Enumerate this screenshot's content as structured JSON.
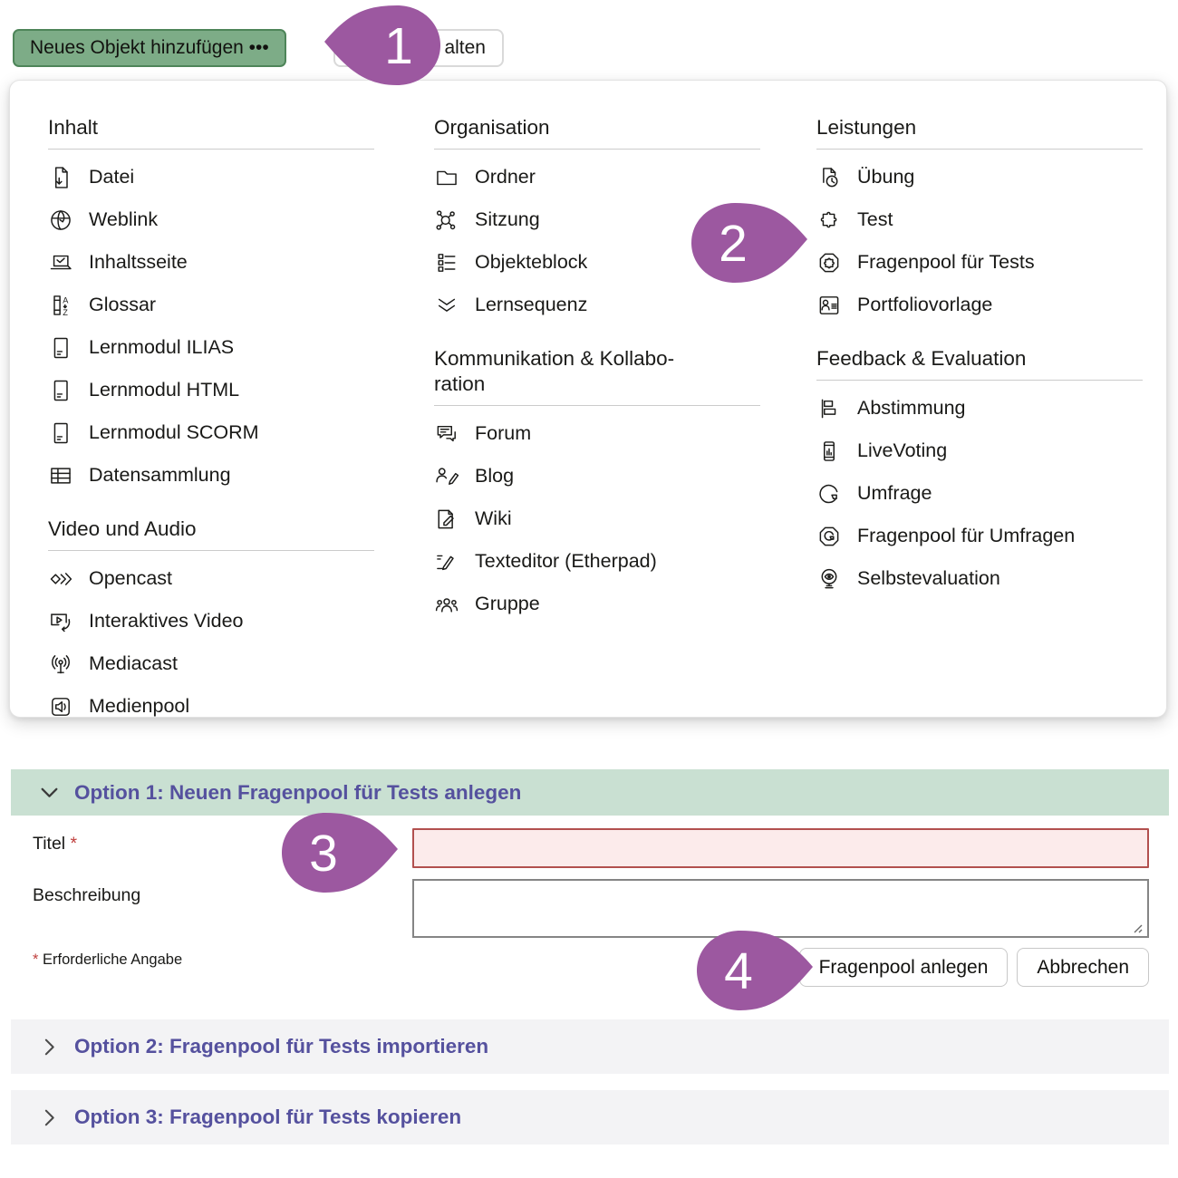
{
  "toolbar": {
    "add_object_label": "Neues Objekt hinzufügen •••",
    "partial_button_label": "alten"
  },
  "markers": [
    {
      "number": "1",
      "points_to": "add-object-button"
    },
    {
      "number": "2",
      "points_to": "menu-item-fragenpool-fur-tests"
    },
    {
      "number": "3",
      "points_to": "title-input"
    },
    {
      "number": "4",
      "points_to": "create-pool-button"
    }
  ],
  "menu": {
    "columns": [
      {
        "sections": [
          {
            "title": "Inhalt",
            "items": [
              {
                "icon": "file-download-icon",
                "label": "Datei"
              },
              {
                "icon": "globe-icon",
                "label": "Weblink"
              },
              {
                "icon": "content-page-icon",
                "label": "Inhaltsseite"
              },
              {
                "icon": "glossary-icon",
                "label": "Glossar"
              },
              {
                "icon": "learn-module-icon",
                "label": "Lernmodul ILIAS"
              },
              {
                "icon": "learn-module-icon",
                "label": "Lernmodul HTML"
              },
              {
                "icon": "learn-module-icon",
                "label": "Lernmodul SCORM"
              },
              {
                "icon": "data-table-icon",
                "label": "Datensammlung"
              }
            ]
          },
          {
            "title": "Video und Audio",
            "items": [
              {
                "icon": "opencast-icon",
                "label": "Opencast"
              },
              {
                "icon": "interactive-video-icon",
                "label": "Interaktives Video"
              },
              {
                "icon": "broadcast-icon",
                "label": "Mediacast"
              },
              {
                "icon": "speaker-box-icon",
                "label": "Medienpool"
              }
            ]
          }
        ]
      },
      {
        "sections": [
          {
            "title": "Organisation",
            "items": [
              {
                "icon": "folder-icon",
                "label": "Ordner"
              },
              {
                "icon": "network-icon",
                "label": "Sitzung"
              },
              {
                "icon": "list-blocks-icon",
                "label": "Objekteblock"
              },
              {
                "icon": "double-chevron-icon",
                "label": "Lernsequenz"
              }
            ]
          },
          {
            "title": "Kommunikation & Kollabo-\nration",
            "items": [
              {
                "icon": "speech-bubbles-icon",
                "label": "Forum"
              },
              {
                "icon": "person-pencil-icon",
                "label": "Blog"
              },
              {
                "icon": "page-pencil-icon",
                "label": "Wiki"
              },
              {
                "icon": "pencil-lines-icon",
                "label": "Texteditor (Etherpad)"
              },
              {
                "icon": "people-group-icon",
                "label": "Gruppe"
              }
            ]
          }
        ]
      },
      {
        "sections": [
          {
            "title": "Leistungen",
            "items": [
              {
                "icon": "page-clock-icon",
                "label": "Übung"
              },
              {
                "icon": "puzzle-icon",
                "label": "Test"
              },
              {
                "icon": "puzzle-box-icon",
                "label": "Fragenpool für Tests"
              },
              {
                "icon": "id-card-icon",
                "label": "Portfoliovorlage"
              }
            ]
          },
          {
            "title": "Feedback & Evaluation",
            "items": [
              {
                "icon": "bars-chart-icon",
                "label": "Abstimmung"
              },
              {
                "icon": "phone-chart-icon",
                "label": "LiveVoting"
              },
              {
                "icon": "pie-chart-icon",
                "label": "Umfrage"
              },
              {
                "icon": "pie-box-icon",
                "label": "Fragenpool für Umfragen"
              },
              {
                "icon": "mirror-eye-icon",
                "label": "Selbstevaluation"
              }
            ]
          }
        ]
      }
    ]
  },
  "form": {
    "option1_title": "Option 1: Neuen Fragenpool für Tests anlegen",
    "title_label": "Titel",
    "required_mark": "*",
    "title_value": "",
    "description_label": "Beschreibung",
    "description_value": "",
    "required_note": "Erforderliche Angabe",
    "submit_label": "Fragenpool anlegen",
    "cancel_label": "Abbrechen"
  },
  "collapsed_options": [
    {
      "label": "Option 2: Fragenpool für Tests importieren"
    },
    {
      "label": "Option 3: Fragenpool für Tests kopieren"
    }
  ],
  "colors": {
    "marker_purple": "#9c58a0",
    "button_green": "#7dac87",
    "header_green": "#c9e0d2",
    "heading_purple": "#55519e",
    "error_red": "#b2504e",
    "collapsed_bar_gray": "#f3f3f5"
  }
}
